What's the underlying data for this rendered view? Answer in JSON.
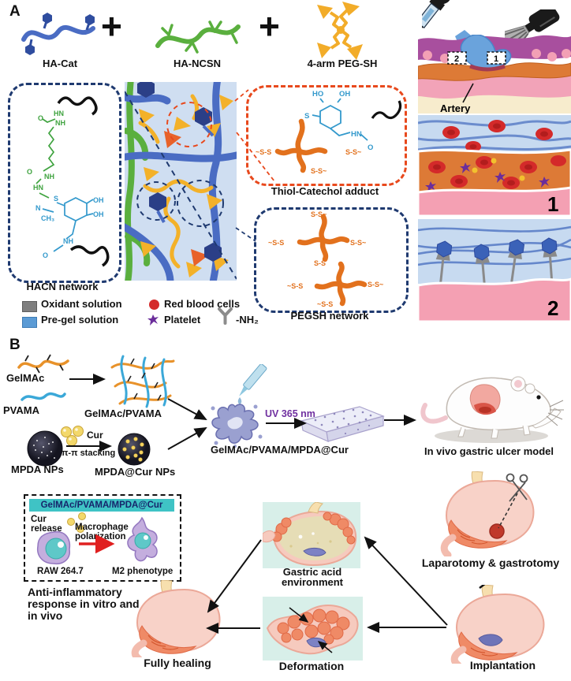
{
  "figure": {
    "panel_a": {
      "tag": "A",
      "plus1": "+",
      "plus2": "+",
      "components": [
        {
          "label": "HA-Cat"
        },
        {
          "label": "HA-NCSN"
        },
        {
          "label": "4-arm PEG-SH"
        }
      ],
      "hacn": {
        "label": "HACN network",
        "atoms": [
          "O",
          "HN",
          "NH",
          "O",
          "NH",
          "HN",
          "S",
          "N",
          "CH₃",
          "OH",
          "OH",
          "NH",
          "O"
        ]
      },
      "thiol": {
        "label": "Thiol-Catechol adduct",
        "atoms": [
          "HO",
          "OH",
          "S",
          "HN",
          "O"
        ],
        "ss": [
          "~S-S",
          "S-S~",
          "S-S~"
        ]
      },
      "pegsh": {
        "label": "PEGSH network",
        "ss": [
          "S-S~",
          "~S-S",
          "S-S~",
          "S-S",
          "~S-S",
          "S-S~",
          "~S-S"
        ]
      },
      "legend": {
        "oxidant": "Oxidant solution",
        "pregel": "Pre-gel solution",
        "rbc": "Red blood cells",
        "platelet": "Platelet",
        "nh2": "-NH₂"
      },
      "tissue": {
        "artery": "Artery",
        "marker_2": "2",
        "marker_1": "1",
        "zone_1": "1",
        "zone_2": "2"
      },
      "colors": {
        "ha_cat": "#4a6cc3",
        "ha_ncsn": "#5aaf3e",
        "peg_sh": "#f2ac29",
        "peg_star": "#e2711d",
        "navy_dash": "#1f3a70",
        "red_dash": "#e8491d",
        "oxidant": "#7f7f7f",
        "pregel": "#5b9bd5",
        "rbc": "#d42a2a",
        "platelet": "#6b2d9b"
      }
    },
    "panel_b": {
      "tag": "B",
      "labels": {
        "gelmac": "GelMAc",
        "pvama": "PVAMA",
        "gelmac_pvama": "GelMAc/PVAMA",
        "mpda": "MPDA NPs",
        "cur": "Cur",
        "stacking": "π-π stacking",
        "mpda_cur": "MPDA@Cur NPs",
        "uv": "UV 365 nm",
        "hydrogel": "GelMAc/PVAMA/MPDA@Cur",
        "mouse": "In vivo gastric ulcer model"
      },
      "mechanism": {
        "header": "GelMAc/PVAMA/MPDA@Cur",
        "cur_line1": "Cur",
        "cur_line2": "release",
        "macro_line1": "Macrophage",
        "macro_line2": "polarization",
        "raw": "RAW 264.7",
        "m2": "M2 phenotype",
        "anti_line1": "Anti-inflammatory",
        "anti_line2": "response in vitro and",
        "anti_line3": "in vivo"
      },
      "flow": {
        "gastric_line1": "Gastric acid",
        "gastric_line2": "environment",
        "laparotomy": "Laparotomy & gastrotomy",
        "healing": "Fully healing",
        "deformation": "Deformation",
        "implantation": "Implantation"
      },
      "colors": {
        "uv_text": "#7030a0",
        "teal_header": "#3fc3c5",
        "teal_bg": "#d8efe9"
      }
    }
  }
}
